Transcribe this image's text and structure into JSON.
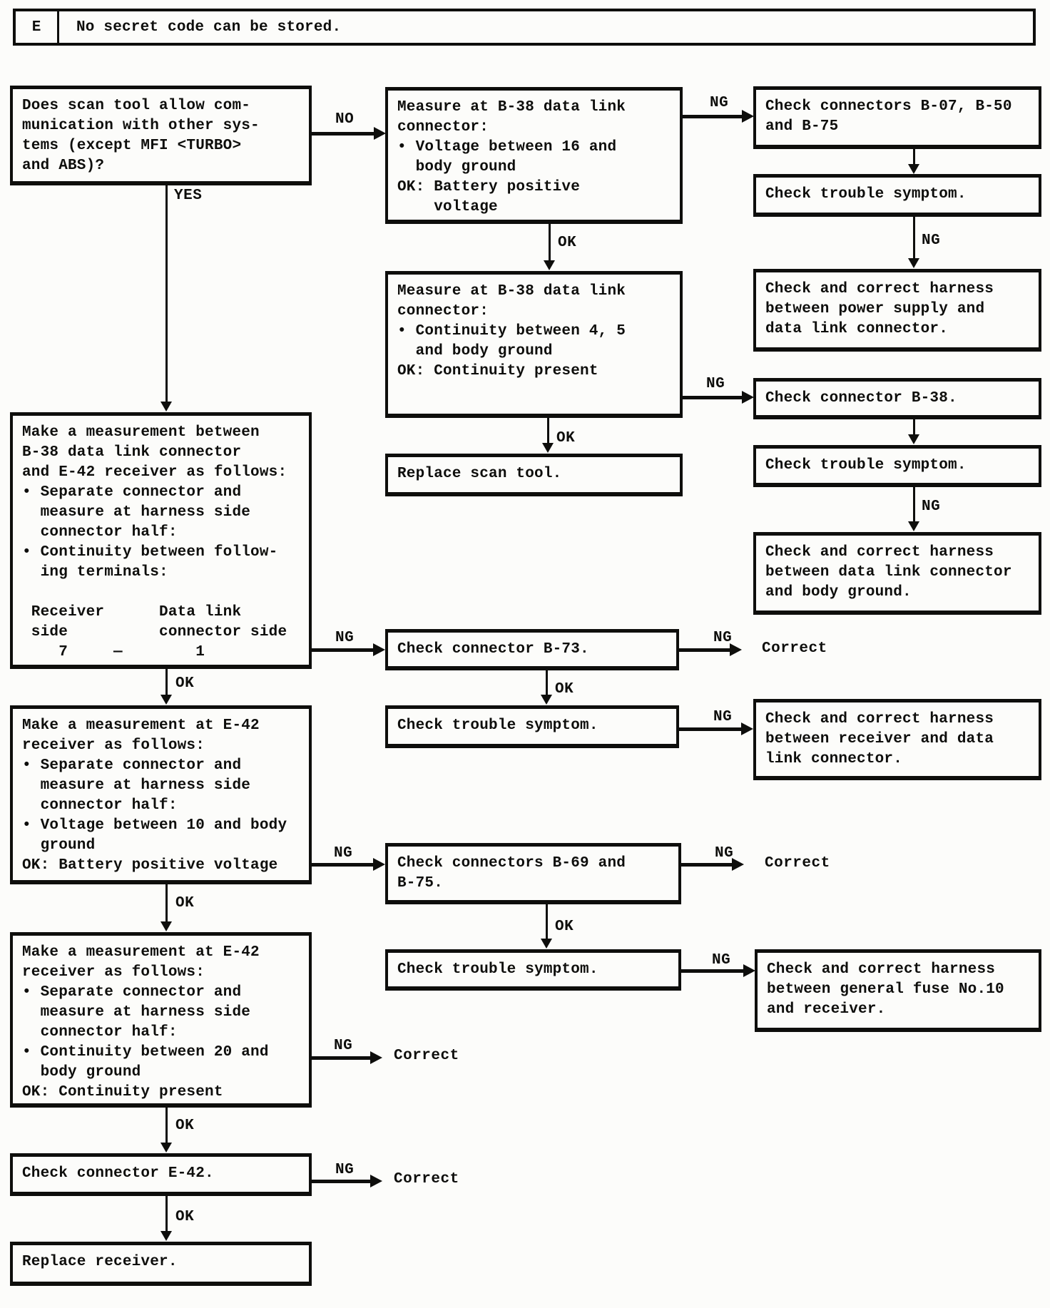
{
  "page": {
    "background": "#fcfcfa",
    "ink": "#0e0e0c"
  },
  "header": {
    "index_code": "E",
    "note": "No secret code can be stored."
  },
  "edge_labels": {
    "yes": "YES",
    "no": "NO",
    "ok": "OK",
    "ng": "NG"
  },
  "terminal": {
    "correct": "Correct"
  },
  "boxes": {
    "q_communication": {
      "text": "Does scan tool allow com-\nmunication with other sys-\ntems (except MFI <TURBO>\nand ABS)?"
    },
    "measure_b38_voltage": {
      "text": "Measure at B-38 data link\nconnector:\n• Voltage between 16 and\n  body ground\nOK: Battery positive\n    voltage"
    },
    "check_conn_b07_b50_b75": {
      "text": "Check connectors B-07, B-50\nand B-75"
    },
    "check_trouble": {
      "text": "Check trouble symptom."
    },
    "harness_power_supply": {
      "text": "Check and correct harness\nbetween power supply and\ndata link connector."
    },
    "measure_b38_continuity": {
      "text": "Measure at B-38 data link\nconnector:\n• Continuity between 4, 5\n  and body ground\nOK: Continuity present"
    },
    "check_conn_b38": {
      "text": "Check connector B-38."
    },
    "harness_body_ground": {
      "text": "Check and correct harness\nbetween data link connector\nand body ground."
    },
    "replace_scan_tool": {
      "text": "Replace scan tool."
    },
    "measure_b38_e42": {
      "text": "Make a measurement between\nB-38 data link connector\nand E-42 receiver as follows:\n• Separate connector and\n  measure at harness side\n  connector half:\n• Continuity between follow-\n  ing terminals:\n\n Receiver      Data link\n side          connector side\n    7     —        1"
    },
    "check_conn_b73": {
      "text": "Check connector B-73."
    },
    "harness_receiver_dlc": {
      "text": "Check and correct harness\nbetween receiver and data\nlink connector."
    },
    "measure_e42_voltage": {
      "text": "Make a measurement at E-42\nreceiver as follows:\n• Separate connector and\n  measure at harness side\n  connector half:\n• Voltage between 10 and body\n  ground\nOK: Battery positive voltage"
    },
    "check_conn_b69_b75": {
      "text": "Check connectors B-69 and\nB-75."
    },
    "harness_fuse_10": {
      "text": "Check and correct harness\nbetween general fuse No.10\nand receiver."
    },
    "measure_e42_continuity": {
      "text": "Make a measurement at E-42\nreceiver as follows:\n• Separate connector and\n  measure at harness side\n  connector half:\n• Continuity between 20 and\n  body ground\nOK: Continuity present"
    },
    "check_conn_e42": {
      "text": "Check connector E-42."
    },
    "replace_receiver": {
      "text": "Replace receiver."
    }
  }
}
